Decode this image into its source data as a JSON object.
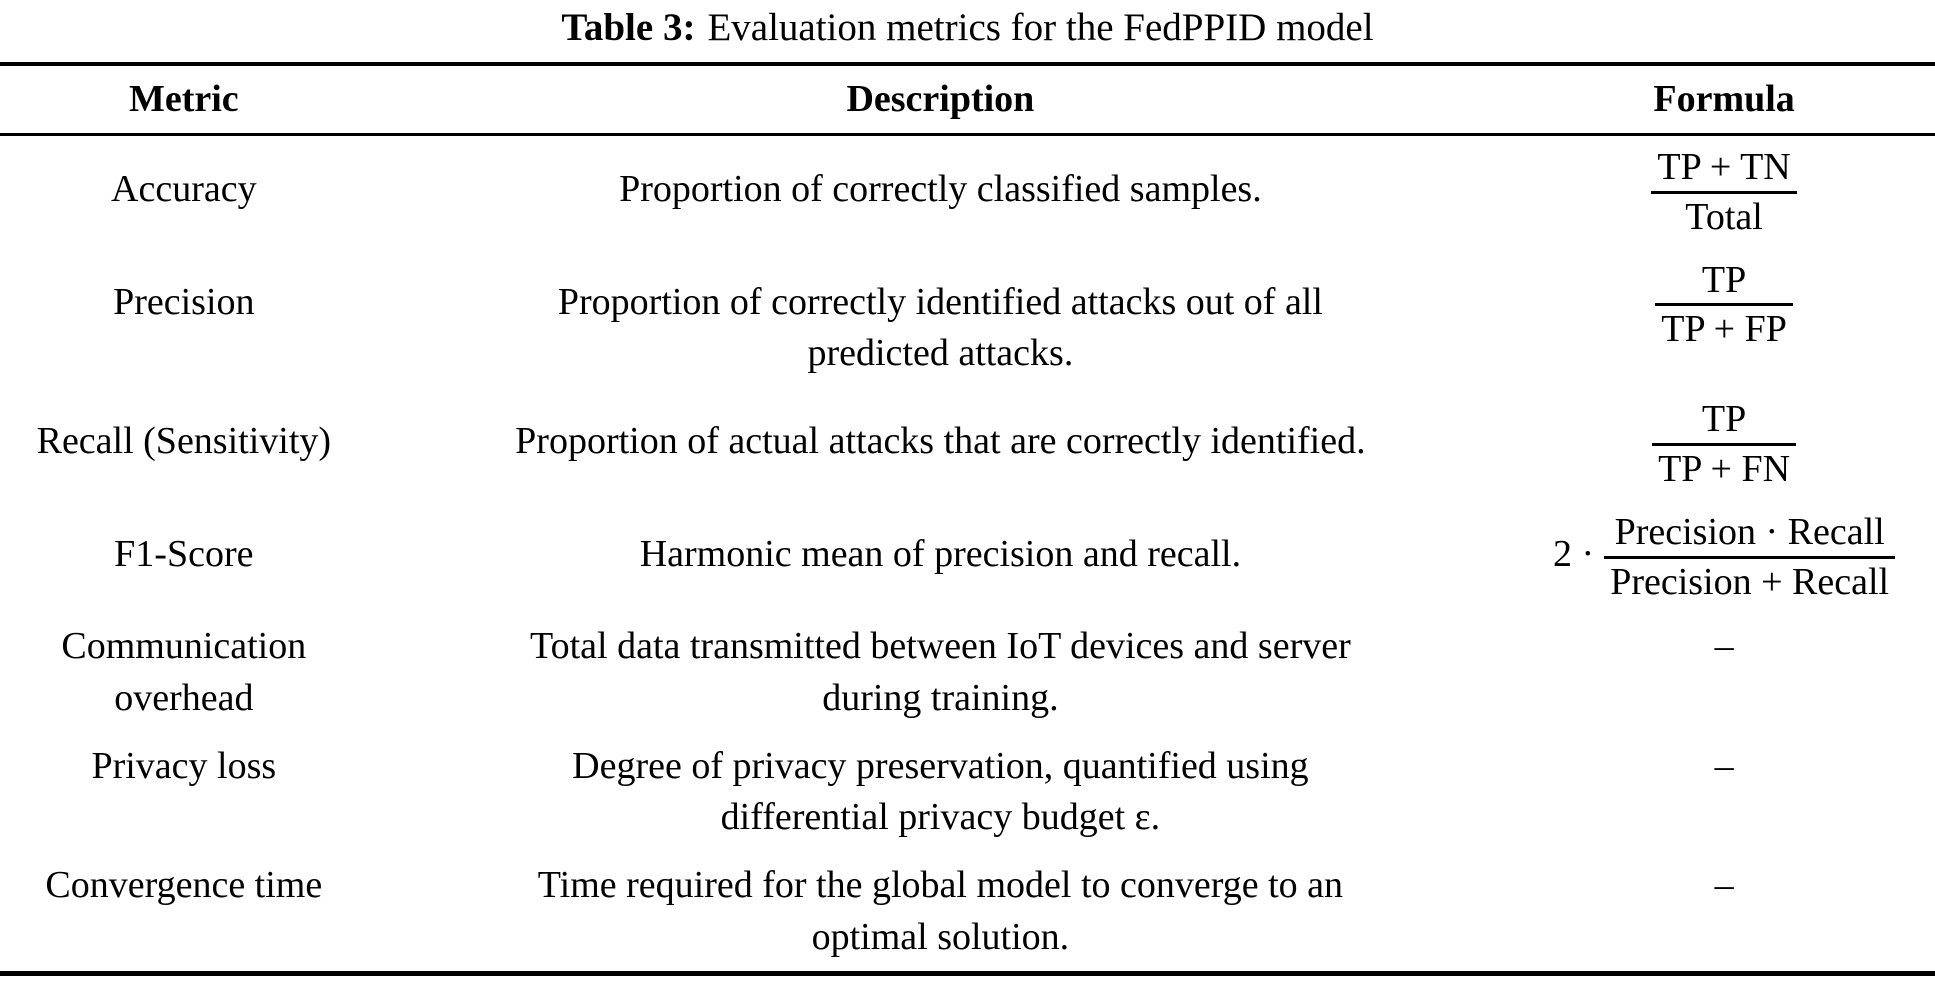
{
  "caption": {
    "label": "Table 3:",
    "text": "Evaluation metrics for the FedPPID model"
  },
  "table": {
    "headers": [
      "Metric",
      "Description",
      "Formula"
    ],
    "rows": [
      {
        "metric": "Accuracy",
        "description": "Proportion of correctly classified samples.",
        "formula": {
          "type": "fraction",
          "numerator": "TP + TN",
          "denominator": "Total"
        }
      },
      {
        "metric": "Precision",
        "description": "Proportion of correctly identified attacks out of all\npredicted attacks.",
        "formula": {
          "type": "fraction",
          "numerator": "TP",
          "denominator": "TP + FP"
        }
      },
      {
        "metric": "Recall (Sensitivity)",
        "description": "Proportion of actual attacks that are correctly identified.",
        "formula": {
          "type": "fraction",
          "numerator": "TP",
          "denominator": "TP + FN"
        }
      },
      {
        "metric": "F1-Score",
        "description": "Harmonic mean of precision and recall.",
        "formula": {
          "type": "fraction",
          "prefix": "2 ·",
          "numerator": "Precision · Recall",
          "denominator": "Precision + Recall"
        }
      },
      {
        "metric": "Communication\noverhead",
        "description": "Total data transmitted between IoT devices and server\nduring training.",
        "formula": {
          "type": "dash",
          "value": "–"
        }
      },
      {
        "metric": "Privacy loss",
        "description": "Degree of privacy preservation, quantified using\ndifferential privacy budget ε.",
        "formula": {
          "type": "dash",
          "value": "–"
        }
      },
      {
        "metric": "Convergence time",
        "description": "Time required for the global model to converge to an\noptimal solution.",
        "formula": {
          "type": "dash",
          "value": "–"
        }
      }
    ]
  },
  "colors": {
    "background": "#ffffff",
    "text": "#000000",
    "rule": "#000000"
  }
}
